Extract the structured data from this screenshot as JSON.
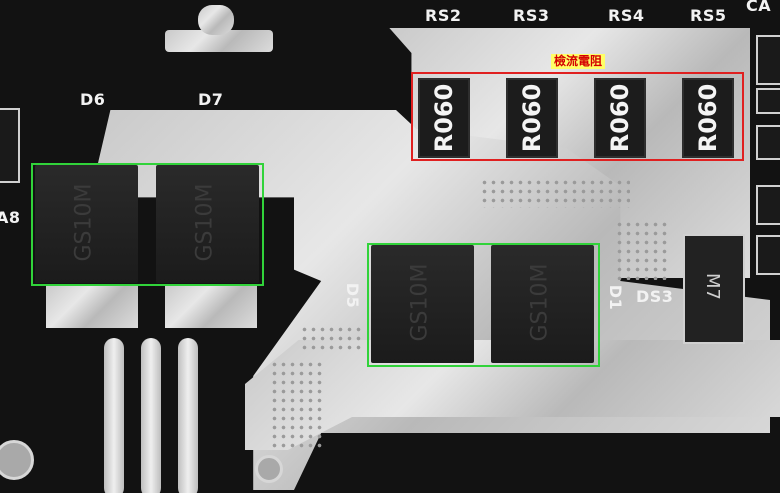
{
  "labels": {
    "rs2": "RS2",
    "rs3": "RS3",
    "rs4": "RS4",
    "rs5": "RS5",
    "ca": "CA",
    "d6": "D6",
    "d7": "D7",
    "d5": "D5",
    "d1": "D1",
    "ds3": "DS3",
    "a8": "A8"
  },
  "annotation": "檢流電阻",
  "resistor_marking": "R060",
  "diode_marking": "GS10M",
  "small_diode_marking": "M7",
  "colors": {
    "highlight_green": "#31d33a",
    "highlight_red": "#e02020",
    "annotation_bg": "#ffff66",
    "annotation_text": "#d40000"
  }
}
